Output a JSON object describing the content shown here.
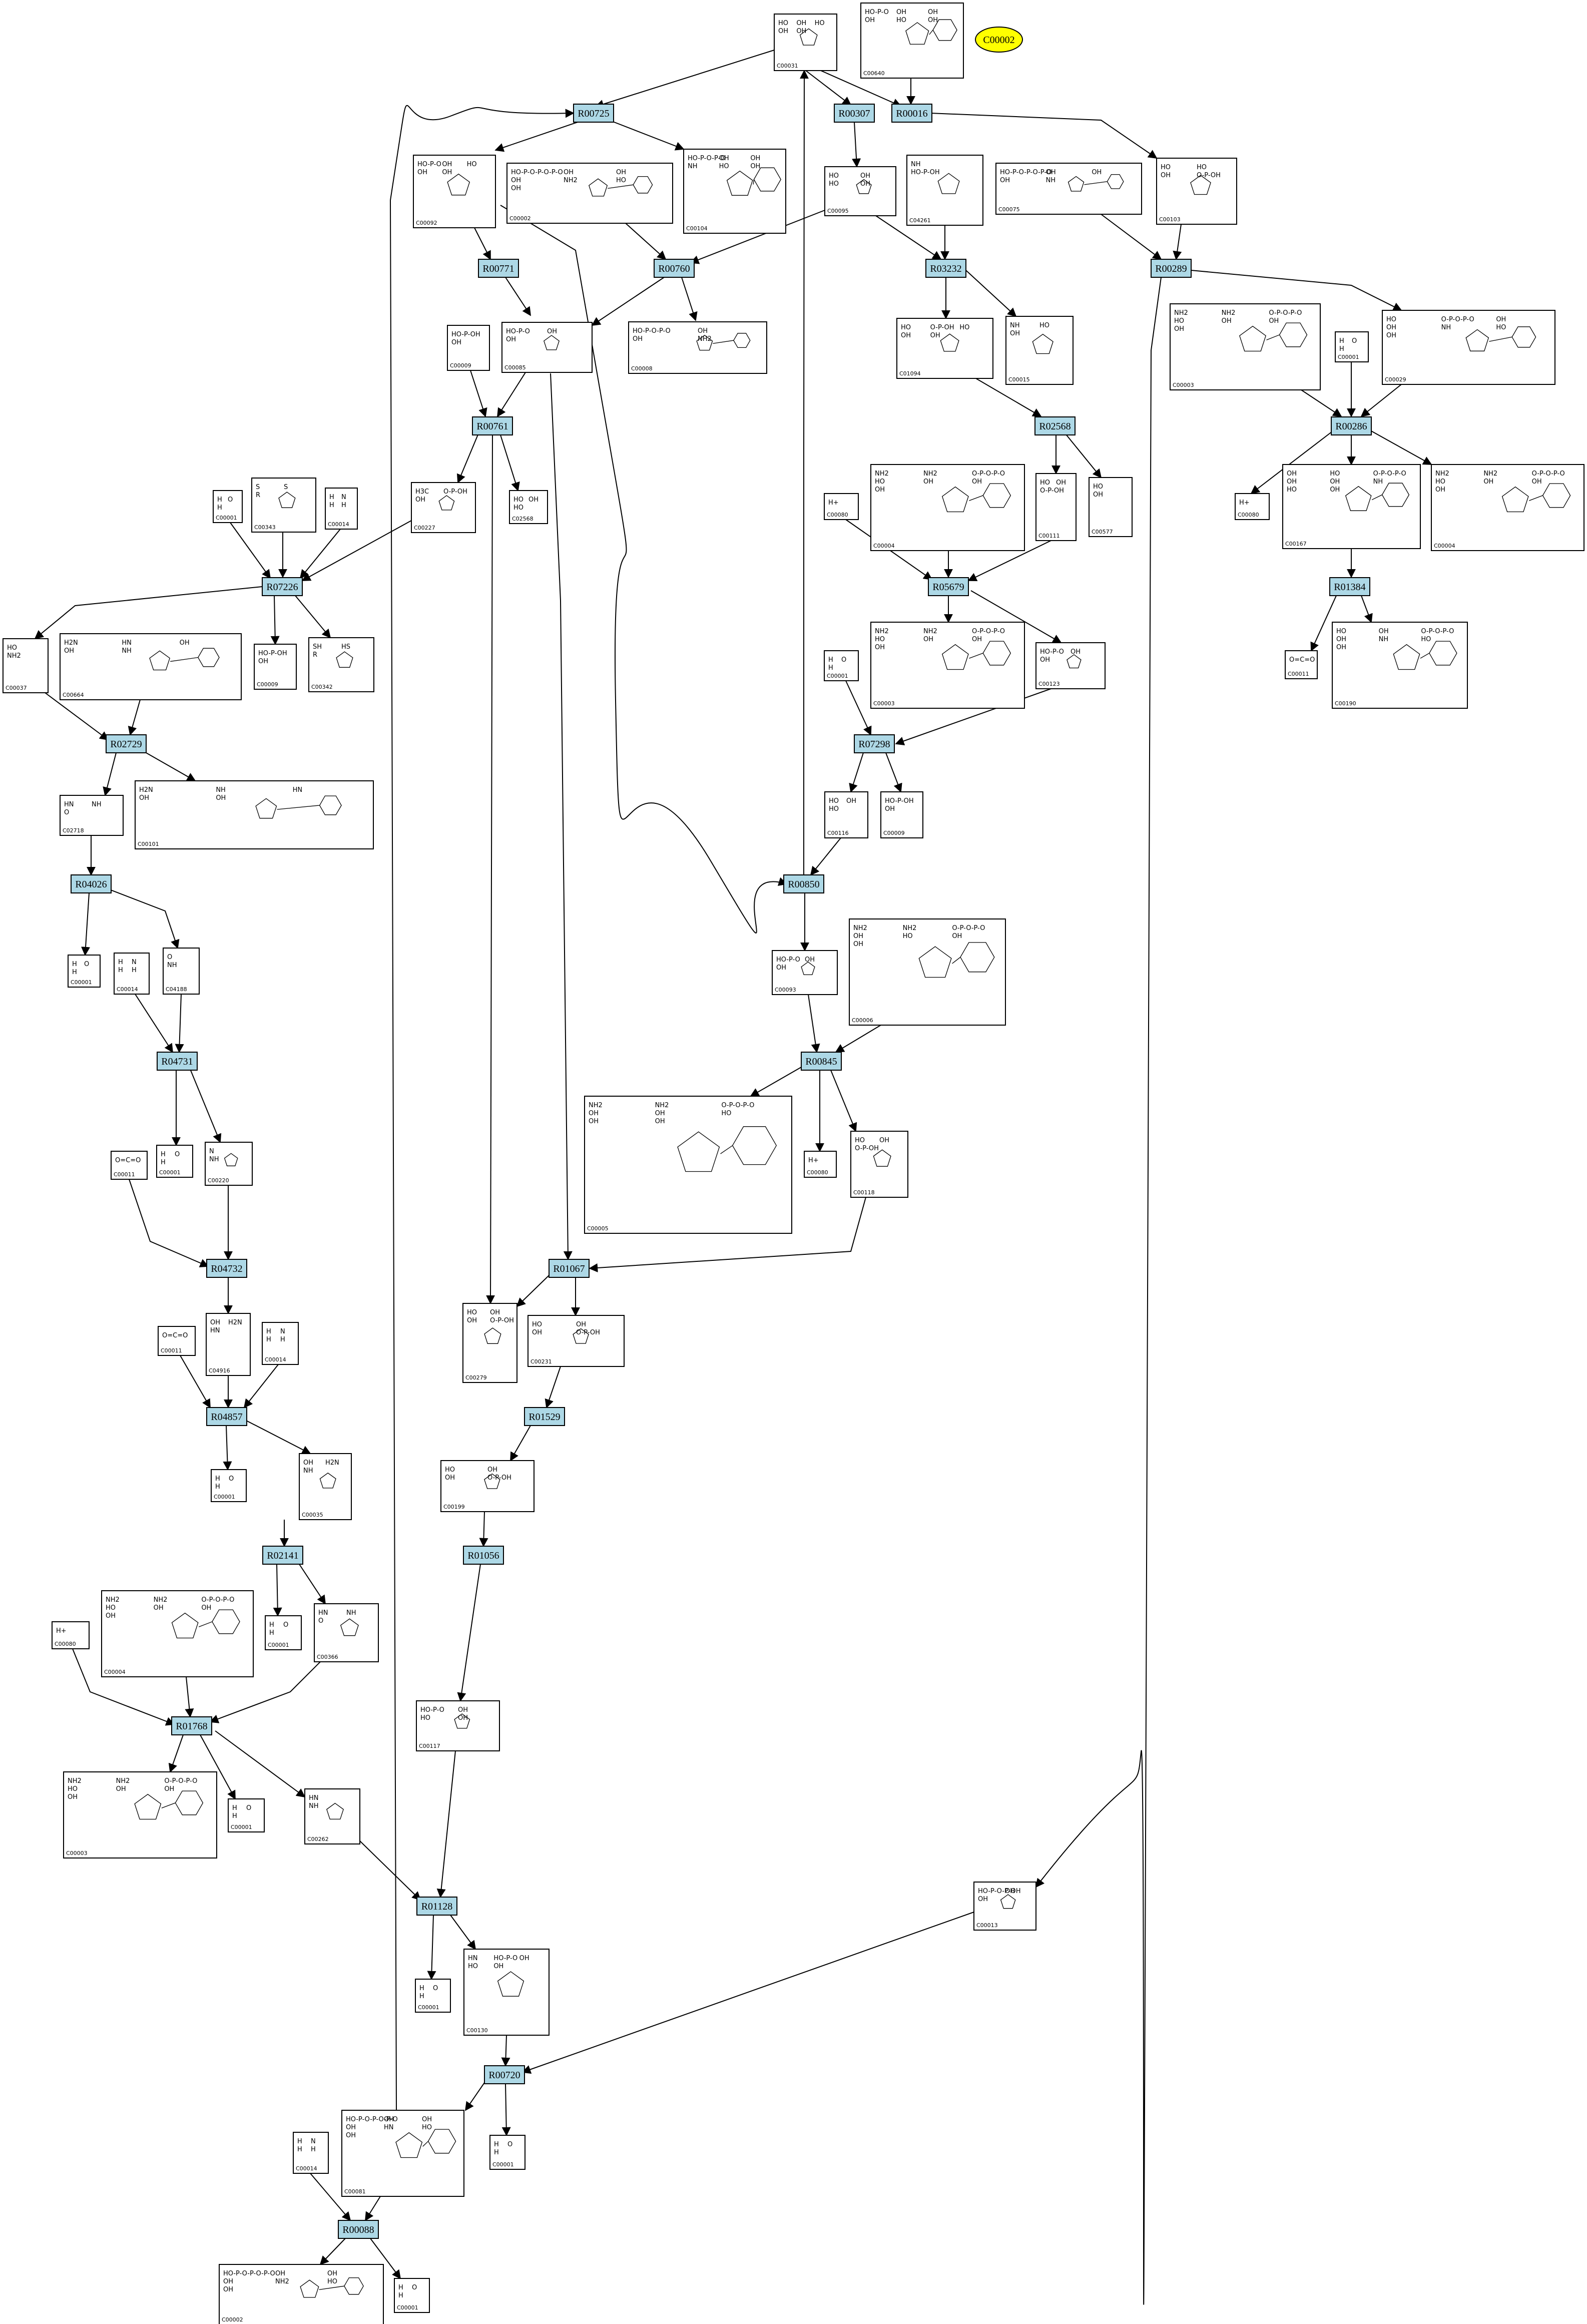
{
  "highlight": {
    "label": "C00002",
    "color": "#ffff00"
  },
  "colors": {
    "reaction_fill": "#add8e6",
    "compound_fill": "#ffffff",
    "stroke": "#000000"
  },
  "reactions": [
    {
      "id": "R00725"
    },
    {
      "id": "R00307"
    },
    {
      "id": "R00016"
    },
    {
      "id": "R00771"
    },
    {
      "id": "R00760"
    },
    {
      "id": "R03232"
    },
    {
      "id": "R00289"
    },
    {
      "id": "R00761"
    },
    {
      "id": "R02568"
    },
    {
      "id": "R00286"
    },
    {
      "id": "R07226"
    },
    {
      "id": "R05679"
    },
    {
      "id": "R01384"
    },
    {
      "id": "R02729"
    },
    {
      "id": "R07298"
    },
    {
      "id": "R04026"
    },
    {
      "id": "R00850"
    },
    {
      "id": "R04731"
    },
    {
      "id": "R00845"
    },
    {
      "id": "R04732"
    },
    {
      "id": "R01067"
    },
    {
      "id": "R04857"
    },
    {
      "id": "R01529"
    },
    {
      "id": "R02141"
    },
    {
      "id": "R01056"
    },
    {
      "id": "R01768"
    },
    {
      "id": "R01128"
    },
    {
      "id": "R00720"
    },
    {
      "id": "R00088"
    }
  ],
  "compounds": [
    {
      "id": "C00031",
      "atoms": [
        "HO",
        "OH",
        "HO",
        "OH",
        "OH"
      ]
    },
    {
      "id": "C00640",
      "atoms": [
        "HO-P-O",
        "OH",
        "OH",
        "OH",
        "HO",
        "OH"
      ]
    },
    {
      "id": "C00092",
      "atoms": [
        "HO-P-O",
        "OH",
        "HO",
        "OH",
        "OH"
      ]
    },
    {
      "id": "C00002",
      "atoms": [
        "HO-P-O-P-O-P-O",
        "OH",
        "OH",
        "OH",
        "NH2",
        "HO",
        "OH"
      ]
    },
    {
      "id": "C00104",
      "atoms": [
        "HO-P-O-P-O",
        "OH",
        "OH",
        "NH",
        "HO",
        "OH"
      ]
    },
    {
      "id": "C00095",
      "atoms": [
        "HO",
        "OH",
        "HO",
        "OH"
      ]
    },
    {
      "id": "C04261",
      "atoms": [
        "NH",
        "HO-P-OH"
      ]
    },
    {
      "id": "C00075",
      "atoms": [
        "HO-P-O-P-O-P-O",
        "OH",
        "OH",
        "OH",
        "NH"
      ]
    },
    {
      "id": "C00103",
      "atoms": [
        "HO",
        "HO",
        "OH",
        "O-P-OH"
      ]
    },
    {
      "id": "C00085",
      "atoms": [
        "HO-P-O",
        "OH",
        "OH"
      ]
    },
    {
      "id": "C00009",
      "atoms": [
        "HO-P-OH",
        "OH"
      ]
    },
    {
      "id": "C00008",
      "atoms": [
        "HO-P-O-P-O",
        "OH",
        "OH",
        "NH2"
      ]
    },
    {
      "id": "C01094",
      "atoms": [
        "HO",
        "O-P-OH",
        "HO",
        "OH",
        "OH"
      ]
    },
    {
      "id": "C00015",
      "atoms": [
        "NH",
        "HO",
        "OH"
      ]
    },
    {
      "id": "C00003",
      "atoms": [
        "NH2",
        "NH2",
        "O-P-O-P-O",
        "HO",
        "OH",
        "OH",
        "OH"
      ]
    },
    {
      "id": "C00001",
      "atoms": [
        "H",
        "O",
        "H"
      ]
    },
    {
      "id": "C00029",
      "atoms": [
        "HO",
        "O-P-O-P-O",
        "OH",
        "OH",
        "NH",
        "HO",
        "OH"
      ]
    },
    {
      "id": "C00227",
      "atoms": [
        "H3C",
        "O-P-OH",
        "OH"
      ]
    },
    {
      "id": "C02568",
      "atoms": [
        "HO",
        "OH",
        "HO"
      ]
    },
    {
      "id": "C00111",
      "atoms": [
        "HO",
        "OH",
        "O-P-OH"
      ]
    },
    {
      "id": "C00577",
      "atoms": [
        "HO",
        "OH"
      ]
    },
    {
      "id": "C00080",
      "atoms": [
        "H+"
      ]
    },
    {
      "id": "C00004",
      "atoms": [
        "NH2",
        "NH2",
        "O-P-O-P-O",
        "HO",
        "OH",
        "OH",
        "OH"
      ]
    },
    {
      "id": "C00167",
      "atoms": [
        "OH",
        "HO",
        "O-P-O-P-O",
        "OH",
        "OH",
        "NH",
        "HO",
        "OH"
      ]
    },
    {
      "id": "C00343",
      "atoms": [
        "S",
        "S",
        "R"
      ]
    },
    {
      "id": "C00014",
      "atoms": [
        "H",
        "N",
        "H",
        "H"
      ]
    },
    {
      "id": "C00037",
      "atoms": [
        "HO",
        "NH2"
      ]
    },
    {
      "id": "C00664",
      "atoms": [
        "H2N",
        "HN",
        "OH",
        "OH",
        "NH"
      ]
    },
    {
      "id": "C00342",
      "atoms": [
        "SH",
        "HS",
        "R"
      ]
    },
    {
      "id": "C01094b",
      "atoms": [
        "HO",
        "OH"
      ]
    },
    {
      "id": "C00190",
      "atoms": [
        "HO",
        "OH",
        "O-P-O-P-O",
        "OH",
        "NH",
        "HO",
        "OH"
      ]
    },
    {
      "id": "C00123",
      "atoms": [
        "HO-P-O",
        "OH",
        "OH"
      ]
    },
    {
      "id": "C02718",
      "atoms": [
        "HN",
        "NH",
        "O"
      ]
    },
    {
      "id": "C00101",
      "atoms": [
        "H2N",
        "NH",
        "HN",
        "OH",
        "OH"
      ]
    },
    {
      "id": "C00116",
      "atoms": [
        "HO",
        "OH",
        "HO"
      ]
    },
    {
      "id": "C00093",
      "atoms": [
        "HO-P-O",
        "OH",
        "OH"
      ]
    },
    {
      "id": "C00006",
      "atoms": [
        "NH2",
        "NH2",
        "O-P-O-P-O",
        "OH",
        "HO",
        "OH",
        "OH"
      ]
    },
    {
      "id": "C04188",
      "atoms": [
        "O",
        "NH"
      ]
    },
    {
      "id": "C00011",
      "atoms": [
        "O=C=O"
      ]
    },
    {
      "id": "C00220",
      "atoms": [
        "N",
        "NH"
      ]
    },
    {
      "id": "C00005",
      "atoms": [
        "NH2",
        "NH2",
        "O-P-O-P-O",
        "OH",
        "OH",
        "HO",
        "OH",
        "OH"
      ]
    },
    {
      "id": "C00118",
      "atoms": [
        "HO",
        "OH",
        "O-P-OH"
      ]
    },
    {
      "id": "C00279",
      "atoms": [
        "HO",
        "OH",
        "OH",
        "O-P-OH"
      ]
    },
    {
      "id": "C00231",
      "atoms": [
        "HO",
        "OH",
        "OH",
        "O-P-OH"
      ]
    },
    {
      "id": "C04916",
      "atoms": [
        "OH",
        "H2N",
        "HN"
      ]
    },
    {
      "id": "C00199",
      "atoms": [
        "HO",
        "OH",
        "OH",
        "O-P-OH"
      ]
    },
    {
      "id": "C00035",
      "atoms": [
        "OH",
        "H2N",
        "NH"
      ]
    },
    {
      "id": "C00366",
      "atoms": [
        "HN",
        "NH",
        "O"
      ]
    },
    {
      "id": "C00117",
      "atoms": [
        "HO-P-O",
        "OH",
        "HO",
        "OH"
      ]
    },
    {
      "id": "C00262",
      "atoms": [
        "HN",
        "NH"
      ]
    },
    {
      "id": "C00130",
      "atoms": [
        "HN",
        "HO-P-O",
        "OH",
        "HO",
        "OH"
      ]
    },
    {
      "id": "C00013",
      "atoms": [
        "HO-P-O-P-OH",
        "OH",
        "OH"
      ]
    },
    {
      "id": "C00081",
      "atoms": [
        "HO-P-O-P-O-P-O",
        "OH",
        "OH",
        "OH",
        "HN",
        "HO",
        "OH"
      ]
    },
    {
      "id": "C00002b",
      "atoms": [
        "HO-P-O-P-O-P-O",
        "OH",
        "OH",
        "OH",
        "NH2",
        "HO",
        "OH"
      ]
    }
  ]
}
